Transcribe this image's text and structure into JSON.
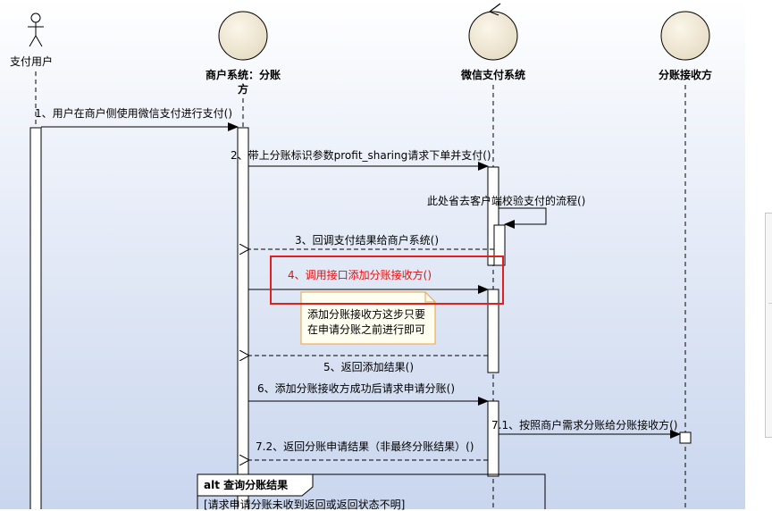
{
  "participants": {
    "user": "支付用户",
    "merchant_line1": "商户系统：分账",
    "merchant_line2": "方",
    "wechat": "微信支付系统",
    "receiver": "分账接收方"
  },
  "messages": {
    "m1": "1、用户在商户侧使用微信支付进行支付()",
    "m2": "2、带上分账标识参数profit_sharing请求下单并支付()",
    "self_call": "此处省去客户端校验支付的流程()",
    "m3": "3、回调支付结果给商户系统()",
    "m4": "4、调用接口添加分账接收方()",
    "m5": "5、返回添加结果()",
    "m6": "6、添加分账接收方成功后请求申请分账()",
    "m7_1": "7.1、按照商户需求分账给分账接收方()",
    "m7_2": "7.2、返回分账申请结果（非最终分账结果）()"
  },
  "note": {
    "line1": "添加分账接收方这步只要",
    "line2": "在申请分账之前进行即可"
  },
  "alt_fragment": {
    "label": "alt 查询分账结果",
    "guard": "[请求申请分账未收到返回或返回状态不明]"
  },
  "colors": {
    "highlight": "#e02020",
    "note_fill": "#fdfdf0",
    "note_border": "#f0a040",
    "actor_fill": "#efe6d2"
  }
}
